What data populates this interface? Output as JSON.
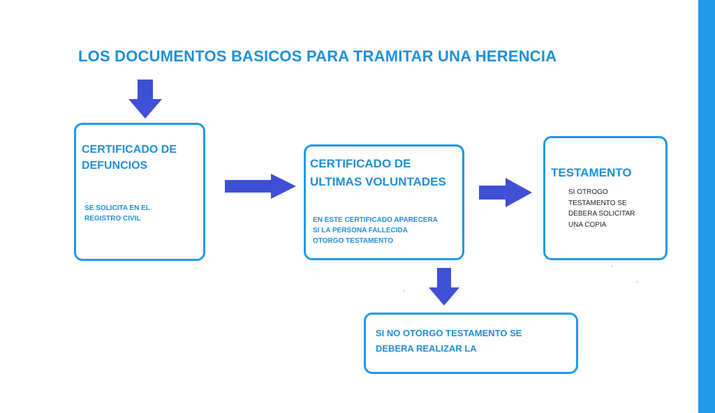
{
  "title": "LOS DOCUMENTOS BASICOS PARA TRAMITAR UNA HERENCIA",
  "colors": {
    "text": "#1e8fd8",
    "box_border": "#1e9ae6",
    "arrow": "#3f4fd6",
    "side_bar": "#1e9ae6",
    "testamento_note": "#222222"
  },
  "boxes": {
    "defuncion": {
      "heading_line1": "CERTIFICADO DE",
      "heading_line2": "DEFUNCIOS",
      "note_line1": "SE SOLICITA EN EL",
      "note_line2": "REGISTRO CIVIL"
    },
    "voluntades": {
      "heading_line1": "CERTIFICADO DE",
      "heading_line2": "ULTIMAS VOLUNTADES",
      "note_line1": "EN ESTE CERTIFICADO APARECERA",
      "note_line2": "SI LA PERSONA FALLECIDA",
      "note_line3": "OTORGO TESTAMENTO"
    },
    "testamento": {
      "heading": "TESTAMENTO",
      "note_line1": "SI OTROGO",
      "note_line2": "TESTAMENTO SE",
      "note_line3": "DEBERA SOLICITAR",
      "note_line4": "UNA COPIA"
    },
    "no_testamento": {
      "heading_line1": "SI NO OTORGO TESTAMENTO SE",
      "heading_line2": "DEBERA REALIZAR LA"
    }
  },
  "arrows": [
    {
      "name": "arrow-title-to-defuncion",
      "direction": "down"
    },
    {
      "name": "arrow-defuncion-to-voluntades",
      "direction": "right"
    },
    {
      "name": "arrow-voluntades-to-testamento",
      "direction": "right"
    },
    {
      "name": "arrow-voluntades-to-no-testamento",
      "direction": "down"
    }
  ]
}
